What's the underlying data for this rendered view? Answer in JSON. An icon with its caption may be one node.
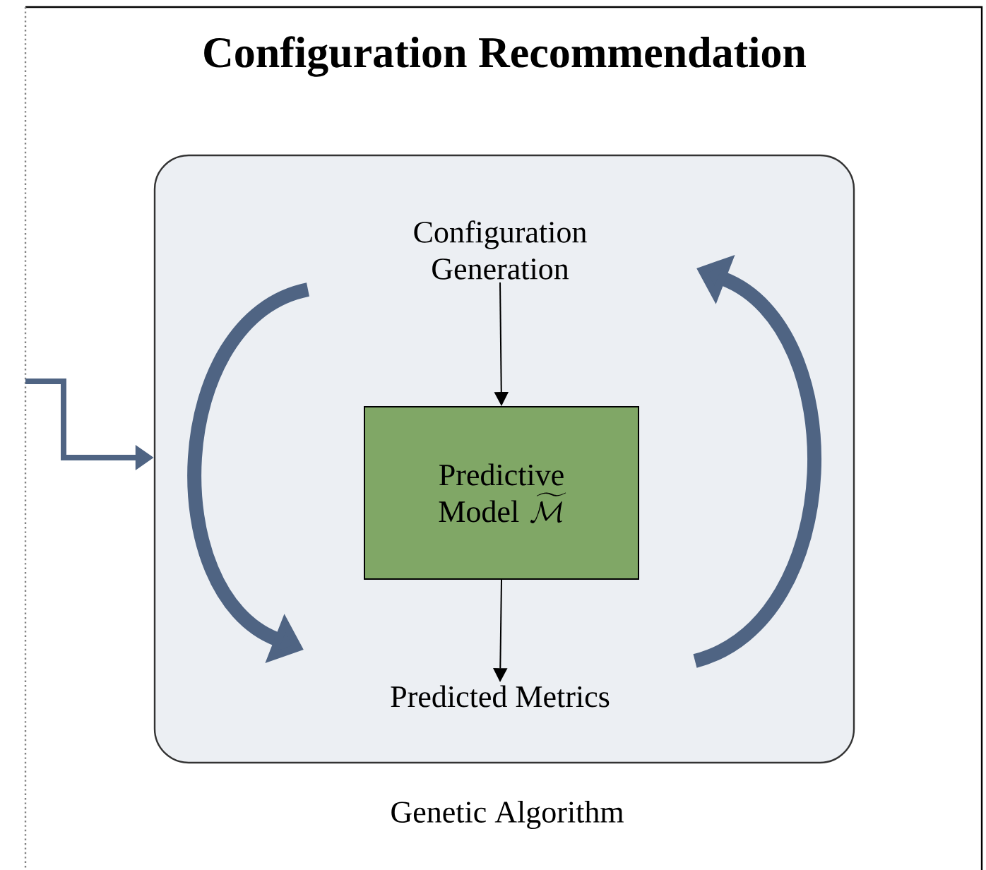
{
  "diagram": {
    "nodes": [
      {
        "text": [
          "Configuration Recommendation"
        ]
      },
      {
        "text": [
          "Genetic Algorithm"
        ],
        "in": 0
      },
      {
        "text": [
          "Configuration Generation"
        ],
        "in": 1
      },
      {
        "text": [
          "Predictive Model"
        ],
        "in": 1
      },
      {
        "text": [
          "Predicted Metrics"
        ],
        "in": 1
      }
    ],
    "edges": [
      {
        "from": 2,
        "to": 3,
        "arrow": "to"
      },
      {
        "from": 3,
        "to": 4,
        "arrow": "to"
      },
      {
        "from": null,
        "to": 1,
        "arrow": "to",
        "style": "thick",
        "color": "#4f6483"
      }
    ],
    "labels": [
      "\\widetilde{\\mathcal{M}}"
    ]
  }
}
